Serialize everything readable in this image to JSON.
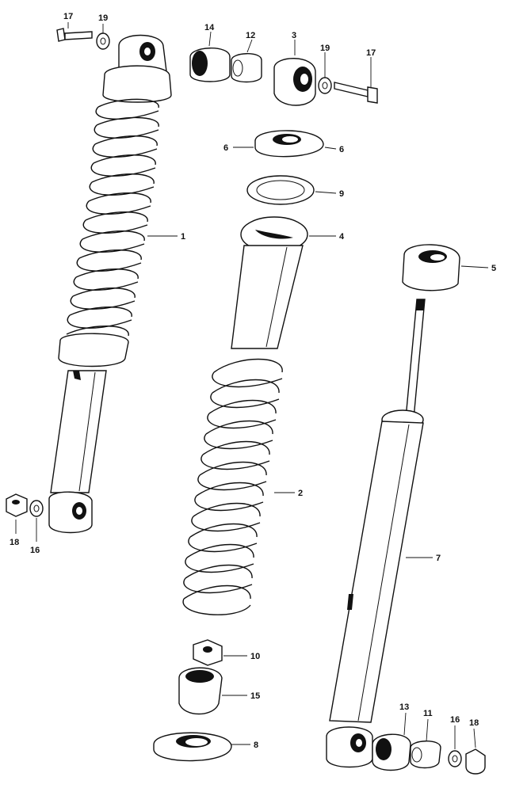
{
  "diagram": {
    "colors": {
      "ink": "#111111",
      "paper": "#ffffff"
    },
    "callouts": [
      {
        "id": "c17a",
        "label": "17"
      },
      {
        "id": "c19a",
        "label": "19"
      },
      {
        "id": "c14",
        "label": "14"
      },
      {
        "id": "c12",
        "label": "12"
      },
      {
        "id": "c3",
        "label": "3"
      },
      {
        "id": "c19b",
        "label": "19"
      },
      {
        "id": "c17b",
        "label": "17"
      },
      {
        "id": "c6a",
        "label": "6"
      },
      {
        "id": "c6b",
        "label": "6"
      },
      {
        "id": "c9",
        "label": "9"
      },
      {
        "id": "c1",
        "label": "1"
      },
      {
        "id": "c4",
        "label": "4"
      },
      {
        "id": "c5",
        "label": "5"
      },
      {
        "id": "c2",
        "label": "2"
      },
      {
        "id": "c7",
        "label": "7"
      },
      {
        "id": "c18a",
        "label": "18"
      },
      {
        "id": "c16a",
        "label": "16"
      },
      {
        "id": "c10",
        "label": "10"
      },
      {
        "id": "c15",
        "label": "15"
      },
      {
        "id": "c8",
        "label": "8"
      },
      {
        "id": "c13",
        "label": "13"
      },
      {
        "id": "c11",
        "label": "11"
      },
      {
        "id": "c16b",
        "label": "16"
      },
      {
        "id": "c18b",
        "label": "18"
      }
    ]
  }
}
